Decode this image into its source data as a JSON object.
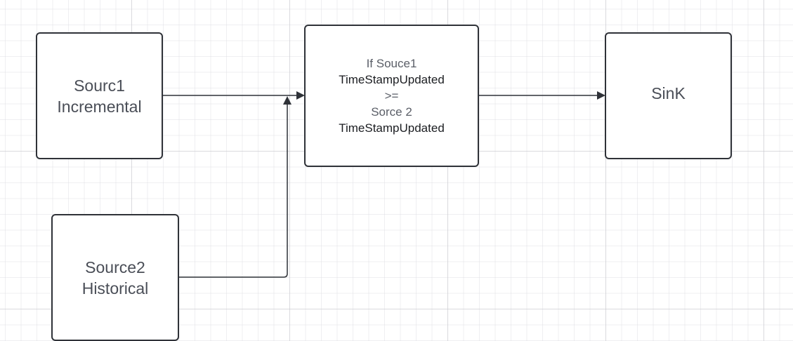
{
  "diagram": {
    "source1": {
      "line1": "Sourc1",
      "line2": "Incremental"
    },
    "source2": {
      "line1": "Source2",
      "line2": "Historical"
    },
    "condition": {
      "line1": "If Souce1",
      "line2": "TimeStampUpdated",
      "line3": ">=",
      "line4": "Sorce 2",
      "line5": "TimeStampUpdated"
    },
    "sink": {
      "label": "SinK"
    },
    "colors": {
      "stroke": "#2f3238",
      "text": "#4a4e57",
      "grid": "#d0d0d6"
    },
    "edges": [
      {
        "from": "source1",
        "to": "condition"
      },
      {
        "from": "source2",
        "to": "condition"
      },
      {
        "from": "condition",
        "to": "sink"
      }
    ]
  }
}
